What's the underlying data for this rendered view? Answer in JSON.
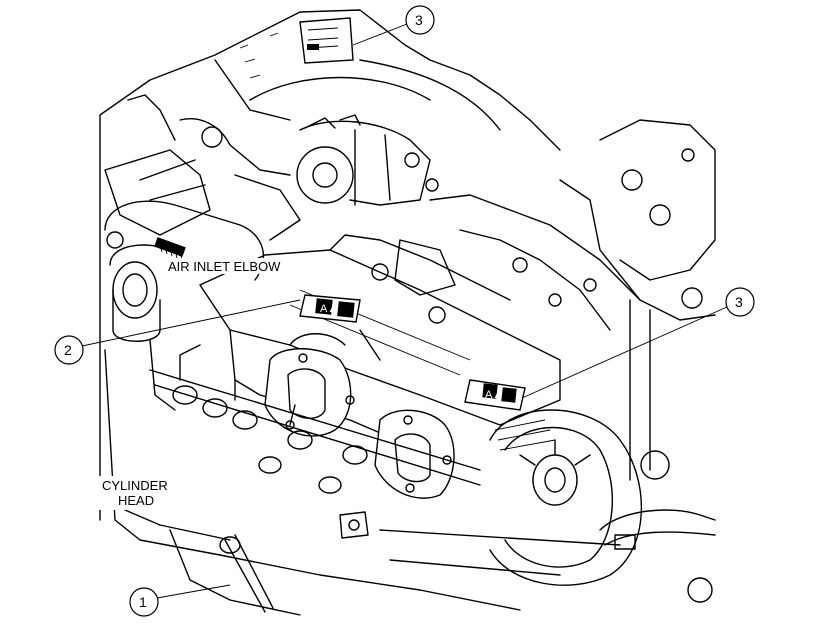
{
  "labels": {
    "air_inlet_elbow": "AIR INLET ELBOW",
    "cylinder_head_line1": "CYLINDER",
    "cylinder_head_line2": "HEAD"
  },
  "callouts": [
    {
      "number": "1"
    },
    {
      "number": "2"
    },
    {
      "number": "3"
    },
    {
      "number": "3"
    }
  ],
  "decals": [
    {
      "text": "A▲"
    },
    {
      "text": "A▲"
    }
  ],
  "colors": {
    "line": "#000000",
    "background": "#ffffff"
  }
}
